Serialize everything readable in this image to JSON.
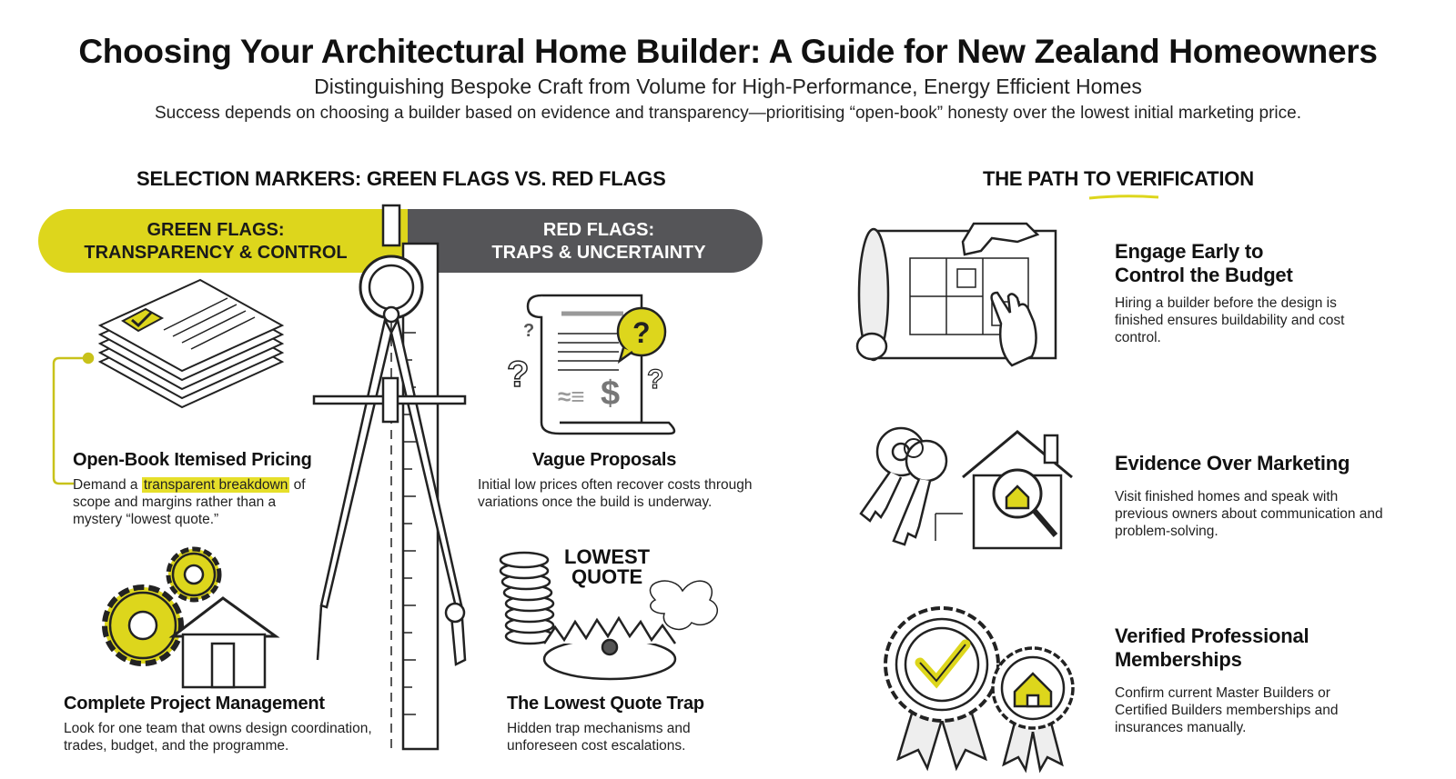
{
  "header": {
    "title": "Choosing Your Architectural Home Builder: A Guide for New Zealand Homeowners",
    "subtitle": "Distinguishing Bespoke Craft from Volume for High-Performance, Energy Efficient Homes",
    "tagline": "Success depends on choosing a builder based on evidence and transparency—prioritising “open-book” honesty over the lowest initial marketing price."
  },
  "selection": {
    "heading": "SELECTION MARKERS: GREEN FLAGS VS. RED FLAGS",
    "green_banner": {
      "line1": "GREEN FLAGS:",
      "line2": "TRANSPARENCY & CONTROL",
      "color": "#ddd61c"
    },
    "red_banner": {
      "line1": "RED FLAGS:",
      "line2": "TRAPS & UNCERTAINTY",
      "color": "#555558"
    },
    "green_items": [
      {
        "title": "Open-Book Itemised Pricing",
        "desc_pre": "Demand a ",
        "desc_highlight": "transparent breakdown",
        "desc_post": " of scope and margins rather than a mystery “lowest quote.”",
        "icon": "itemised-documents-icon"
      },
      {
        "title": "Complete Project Management",
        "desc": "Look for one team that owns design coordination, trades, budget, and the programme.",
        "icon": "gears-house-icon"
      }
    ],
    "red_items": [
      {
        "title": "Vague Proposals",
        "desc": "Initial low prices often recover costs through variations once the build is underway.",
        "icon": "vague-scroll-icon",
        "icon_glyphs": {
          "question": "?",
          "dollar": "$"
        }
      },
      {
        "title": "The Lowest Quote Trap",
        "desc": "Hidden trap mechanisms and unforeseen cost escalations.",
        "icon": "bear-trap-icon",
        "icon_label_line1": "LOWEST",
        "icon_label_line2": "QUOTE"
      }
    ]
  },
  "verification": {
    "heading": "THE PATH TO VERIFICATION",
    "items": [
      {
        "title_line1": "Engage Early to",
        "title_line2": "Control the Budget",
        "desc": "Hiring a builder before the design is finished ensures buildability and cost control.",
        "icon": "blueprint-hands-icon"
      },
      {
        "title_line1": "Evidence Over Marketing",
        "title_line2": "",
        "desc": "Visit finished homes and speak with previous owners about communication and problem-solving.",
        "icon": "keys-house-magnifier-icon"
      },
      {
        "title_line1": "Verified Professional",
        "title_line2": "Memberships",
        "desc": "Confirm current Master Builders or Certified Builders memberships and insurances manually.",
        "icon": "badge-rosettes-icon"
      }
    ]
  },
  "colors": {
    "accent_yellow": "#ddd61c",
    "dark_grey": "#555558",
    "ink": "#111111"
  }
}
